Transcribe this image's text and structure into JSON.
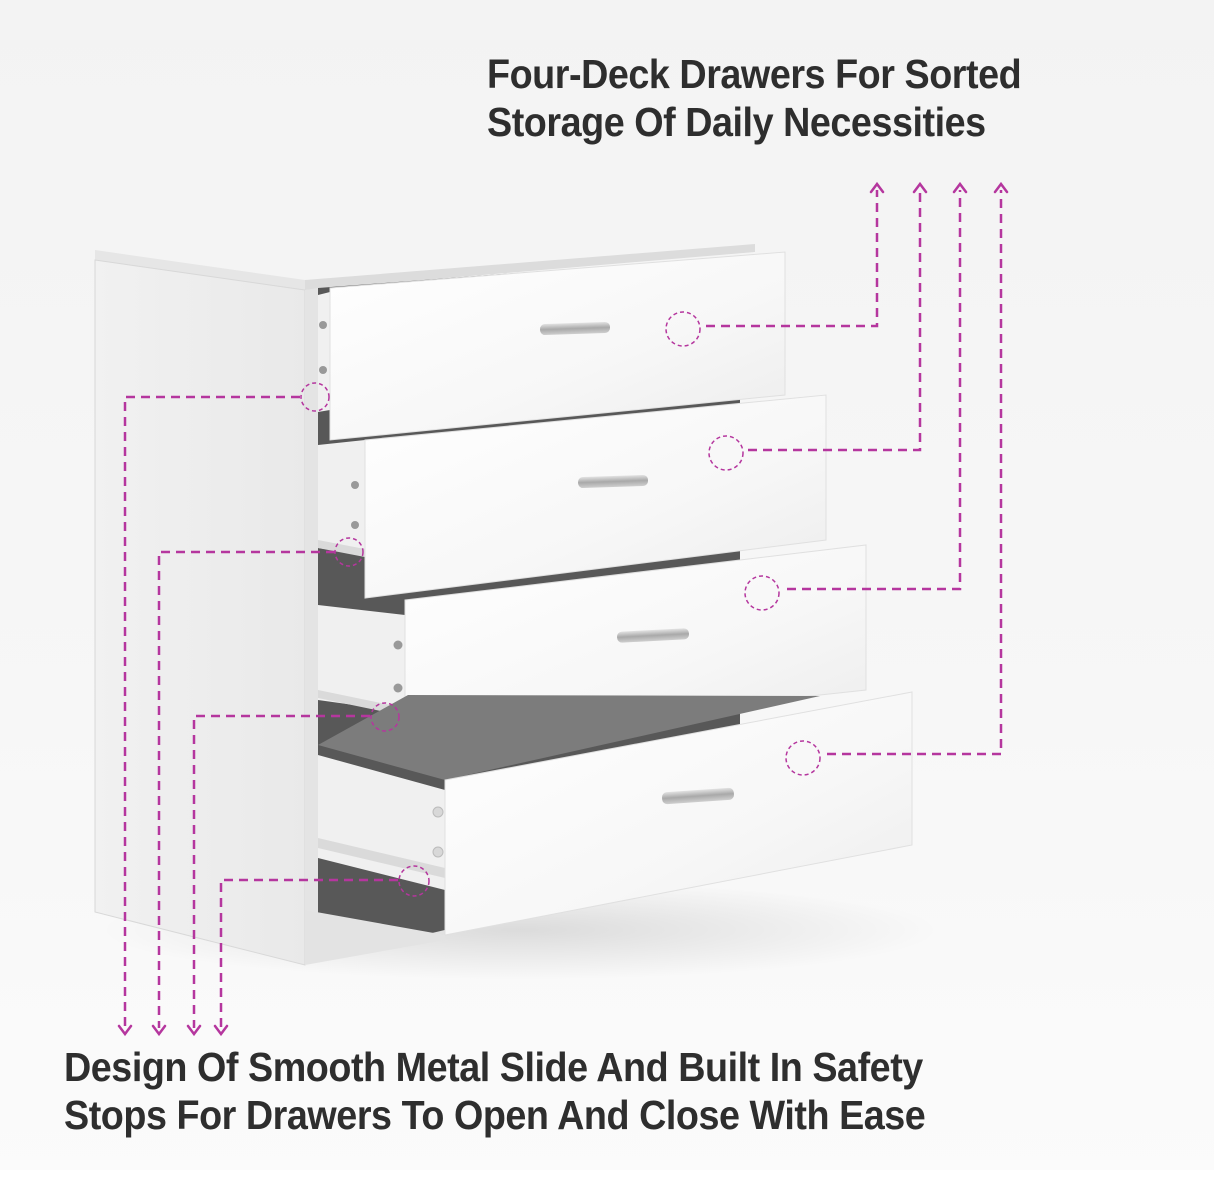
{
  "top_caption": {
    "line1": "Four-Deck Drawers For Sorted",
    "line2": "Storage Of Daily Necessities"
  },
  "bottom_caption": {
    "line1": "Design Of Smooth Metal Slide And Built In Safety",
    "line2": "Stops For Drawers To Open And Close With Ease"
  },
  "product": {
    "type": "white chest of drawers",
    "drawer_count": 4
  },
  "colors": {
    "accent_dashed": "#b5369e",
    "text": "#2e2e2e",
    "background": "#f5f5f5"
  }
}
